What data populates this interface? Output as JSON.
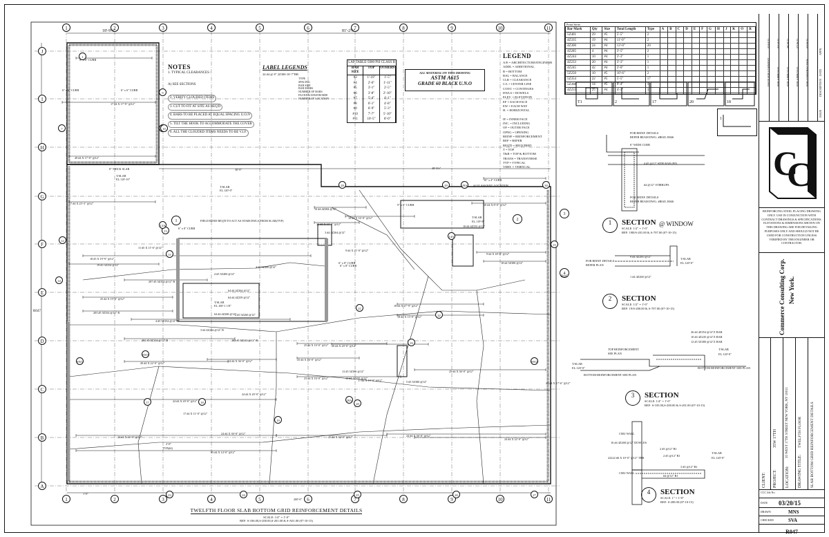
{
  "grid": {
    "columns": [
      "1",
      "2",
      "3",
      "4",
      "5",
      "6",
      "7",
      "8",
      "9",
      "10",
      "11"
    ],
    "rows": [
      "J",
      "I",
      "H",
      "G",
      "F",
      "E",
      "D",
      "C",
      "B",
      "A"
    ]
  },
  "top_dims": {
    "left": "18'-9½\"",
    "right": "81'-2½\""
  },
  "notes": {
    "title": "NOTES",
    "items": [
      "1. TYPICAL CLEARANCES :",
      "A) SEE SECTIONS",
      "2. VERIFY CLOUDED ITEMS",
      "3. CUT TO FIT AT SITE AS REQ'D",
      "4. BARS TO BE PLACED AT EQUAL SPACING U.O.N",
      "5. TILT THE HOOK TO ACCOMMODATE THE COVER",
      "6. ALL THE CLOUDED ITEMS NEEDS TO BE V.I.F."
    ]
  },
  "label_legends": {
    "title": "LABEL LEGENDS",
    "sample": "24 #4 @ 8\" 2Z300-16'-7\"BB",
    "items": [
      "TYPE",
      "SPACING",
      "BAR SIZE",
      "BAR MARK",
      "NUMBER OF BARS",
      "FACE/FACE/BATH/SIDE",
      "NUMBER OF LOCATION"
    ]
  },
  "lap_table": {
    "title": "LAP TABLE-5000 PSI CLASS B",
    "headers": [
      "BAR SIZE",
      "TOP",
      "OTHERS"
    ],
    "rows": [
      [
        "#3",
        "1'-10\"",
        "1'-5\""
      ],
      [
        "#4",
        "2'-6\"",
        "1'-11\""
      ],
      [
        "#5",
        "3'-1\"",
        "2'-5\""
      ],
      [
        "#6",
        "3'-8\"",
        "2'-10\""
      ],
      [
        "#7",
        "5'-4\"",
        "4'-1\""
      ],
      [
        "#8",
        "6'-1\"",
        "4'-8\""
      ],
      [
        "#9",
        "6'-9\"",
        "5'-3\""
      ],
      [
        "#10",
        "7'-7\"",
        "5'-10\""
      ],
      [
        "#11",
        "10'-5\"",
        "8'-0\""
      ]
    ]
  },
  "material_note": {
    "line1": "ALL MATERIAL ON THIS DRAWING",
    "line2": "ASTM A615",
    "line3": "GRADE 60 BLACK U.N.O"
  },
  "legend": {
    "title": "LEGEND",
    "items": [
      "A/E = ARCHITECTURE/ENGINEER",
      "ADDL = ADDITIONAL",
      "B = BOTTOM",
      "BAL = BALANCE",
      "CLR = CLEARANCE",
      "C/L = CENTER LINE",
      "CONT. = CONTINUES",
      "DWLS = DOWELS",
      "ELEV. = ELEVATION",
      "EF = EACH FACE",
      "EW = EACH WAY",
      "H. = HORIZONTAL",
      "",
      "IF = INNER FACE",
      "INC. = INCLUDING",
      "OF = OUTER FACE",
      "OPNG = OPENING",
      "REINF = REINFORCEMENT",
      "REF = REFER",
      "REQ'D = REQUIRED",
      "T = TOP",
      "T&B = TOP & BOTTOM",
      "TRANS = TRANSVERSE",
      "TYP = TYPICAL",
      "VERT. = VERTICAL"
    ]
  },
  "bending_schedule": {
    "title": "Prints Series",
    "headers": [
      "Bar Mark",
      "Qty",
      "Size",
      "Total Length",
      "Type",
      "A",
      "B",
      "C",
      "D",
      "E",
      "F",
      "G",
      "H",
      "J",
      "K",
      "O",
      "R"
    ],
    "rows": [
      [
        "5Z401",
        "29",
        "#5",
        "5'-5\"",
        "2",
        "",
        "",
        "",
        "",
        "",
        "",
        "",
        "",
        "",
        "",
        "",
        ""
      ],
      [
        "4Z335",
        "19",
        "#4",
        "11'-0\"",
        "2",
        "",
        "",
        "",
        "",
        "",
        "",
        "",
        "",
        "",
        "",
        "",
        ""
      ],
      [
        "4Z300",
        "24",
        "#4",
        "13'-0\"",
        "20",
        "",
        "",
        "",
        "",
        "",
        "",
        "",
        "",
        "",
        "",
        "",
        ""
      ],
      [
        "4Z285",
        "4",
        "#4",
        "3'-5\"",
        "2",
        "",
        "",
        "",
        "",
        "",
        "",
        "",
        "",
        "",
        "",
        "",
        ""
      ],
      [
        "4Z244",
        "10",
        "#4",
        "3'-3\"",
        "1",
        "",
        "",
        "",
        "",
        "",
        "",
        "",
        "",
        "",
        "",
        "",
        ""
      ],
      [
        "4Z233",
        "20",
        "#4",
        "3'-3\"",
        "1",
        "",
        "",
        "",
        "",
        "",
        "",
        "",
        "",
        "",
        "",
        "",
        ""
      ],
      [
        "4Z245",
        "42",
        "#4",
        "3'-0\"",
        "1",
        "",
        "",
        "",
        "",
        "",
        "",
        "",
        "",
        "",
        "",
        "",
        ""
      ],
      [
        "5Z250",
        "10",
        "#5",
        "10'-6\"",
        "2",
        "",
        "",
        "",
        "",
        "",
        "",
        "",
        "",
        "",
        "",
        "",
        ""
      ],
      [
        "5Z354",
        "22",
        "#5",
        "5'-5\"",
        "17",
        "",
        "",
        "",
        "",
        "",
        "",
        "",
        "",
        "",
        "",
        "",
        ""
      ],
      [
        "5Z368",
        "14",
        "#5",
        "9'-4\"",
        "1",
        "",
        "",
        "",
        "",
        "",
        "",
        "",
        "",
        "",
        "",
        "",
        ""
      ],
      [
        "4Z255",
        "25",
        "#4",
        "4'-3\"",
        "1",
        "",
        "",
        "",
        "",
        "",
        "",
        "",
        "",
        "",
        "",
        "",
        ""
      ],
      [
        "4Z265",
        "13",
        "#5",
        "15'-1\"",
        "17",
        "",
        "",
        "",
        "",
        "",
        "",
        "",
        "",
        "",
        "",
        "",
        ""
      ]
    ]
  },
  "bar_shapes": {
    "labels": [
      "T1",
      "2",
      "17",
      "20",
      "18",
      "1"
    ]
  },
  "sections": [
    {
      "number": "1",
      "title": "SECTION",
      "suffix": "@ WINDOW",
      "scale": "SCALE: 1/2\" = 1'-0\"",
      "ref": "REF: 19R/S-201.00 & A-707.00 (07-10-15)"
    },
    {
      "number": "2",
      "title": "SECTION",
      "scale": "SCALE: 1/2\" = 1'-0\"",
      "ref": "REF: 19/S-200.00 & A-707.00 (07-10-15)"
    },
    {
      "number": "3",
      "title": "SECTION",
      "scale": "SCALE: 1/4\" = 1'-0\"",
      "ref": "REF: S-105.00,S-200.00 & S-201.00 (07-10-15)"
    },
    {
      "number": "4",
      "title": "SECTION",
      "scale": "SCALE: 1\" = 1'-0\"",
      "ref": "REF: S-200.00 (07-10-15)"
    }
  ],
  "section_notes": {
    "s1": [
      "FOR REINF. DETAILS",
      "REFER BEAM DWG. #R045, R046",
      "6\" WIDE CURB",
      "4 #5 @12\" SIDE BAR (EF)",
      "#4 @12\" STIRRUPS",
      "FOR REINF. DETAILS",
      "REFER BEAM DWG. #R045, R046"
    ],
    "s2": [
      "FOR REINF. DETAILS",
      "REFER PLAN",
      "9 #4 4Z285 @12\"",
      "T/SLAB",
      "EL.120'-0\"",
      "1 #4 4Z260 @12\""
    ],
    "s3": [
      "26 #4 4Z354 @12\"Z BAR",
      "10 #4 4Z245 @12\"Z BAR",
      "12 #5 5Z380 @12\"Z BAR",
      "TOP REINFORCEMENT",
      "SEE PLAN",
      "TOP REINFORCEMENT SEE PLAN",
      "BOTTOM REINFORCEMENT SEE PLAN",
      "BOTTOM REINFORCEMENT SEE PLAN",
      "T/SLAB",
      "EL.120'-0\"",
      "T/SLAB",
      "EL.120'-0\""
    ],
    "s4": [
      "CMU WALL",
      "16 #4 4Z268 @12\" DOWLES",
      "2 #5 @12\" B1",
      "2 #5 @12\" B1",
      "22222 #6 X 10'-0\" @12\" TBB",
      "CMU WALL",
      "#4 @12\" B1",
      "3 #5 @12\" B1",
      "T/SLAB",
      "EL.120'-0\""
    ]
  },
  "plan_labels": [
    "8\" x 8\" CURB",
    "6\" x 6\" CURB",
    "6\" x 6\" CURB",
    "17 #4 X 17'-9\" @12\"",
    "49 #4 X 17'-0\" @12\"",
    "8\" THICK SLAB",
    "T/SLAB",
    "EL.110'-10\"",
    "30'-0\"",
    "48'-9½\"",
    "T/SLAB",
    "EL.120'-0\"",
    "17 #4 X 23'-3\" @12\"",
    "6\" x 8\" CURB",
    "FIELD BEND REQ'D TO ACT AS STAIR DWLS FROM SLAB(TYP)",
    "11 #5 X 11'-6\" @12\"",
    "18 #5 X 19'-9\" @12\"",
    "19 #5 5Z354 @12\"",
    "207 #5 5Z354 @12\" B",
    "4 #5 5Z400 @12\"",
    "4 #5 5Z400 @12\"",
    "4 #5 5Z260 @12\"",
    "25 #4 X 19'-3\" @12\"",
    "T/SLAB",
    "EL.100'-1 1/8\"",
    "64 #4 4Z264 @12\"",
    "64 #4 4Z259 @12\"",
    "64 #4 4Z268 @12\"",
    "203 #5 5Z354 @12\" B",
    "4 #5 5Z354 @12\" B",
    "3 #4 4Z244 @12\" B",
    "202 #5 5Z244 @12\" B",
    "202 #5 5Z244 @12\" B",
    "20 #4 X 22'-0\" @12\"",
    "24 #4 X 36'-0\" @12\"",
    "25 #4 X 10'-0\" @12\"",
    "25 #4 X 16'-0\" @12\"",
    "23 #4 X 16'-0\" @12\"",
    "24 #4 X 20'-0\" @12\"",
    "17 #4 X 11'-0\" @12\"",
    "10 #4 4Z284 @12\"",
    "10 #4 X 16'-0\" @12\"",
    "10 #5 X 10'-0\" @12\"",
    "3 #4 4Z264 @12\"",
    "9\" x 6\" CURB",
    "10\" x 4\" CURB",
    "@ GLASS RAIL LOCATION",
    "10 #4 X 8'-0\" @12\"",
    "T/SLAB",
    "EL.119'-9\"",
    "10 #4 4Z335 @12\"",
    "6\" x 8\" CURB",
    "6\" x 8\" CURB",
    "9 #4 X 21'-0\" @12\"",
    "9 #4 X 18'-0\" @12\"",
    "18 #4 5Z380 @12\"",
    "18 #4 X 27'-9\" @12\"",
    "18 #4 X 15'-0\" @12\"",
    "13 #5 5Z380 @12\"",
    "13 #4 4Z255 @12\"",
    "17 #4 X 19'-9\" @12\"",
    "5 #5 5Z380 @12\"",
    "20 #4 X 20'-0\" @12\"",
    "25 #4 X 36'-0\" @12\"",
    "45 #4 X 17'-6\" @12\"",
    "24 #4 X 20'-0\" @12\"",
    "24 #4 X 30'-0\" @12\"",
    "25 #4 X 32'-0\" @12\"",
    "24 #4 X 36'-0\" @12\"",
    "24 #4 X 22'-0\" @12\"",
    "95 #4 X 14'-0\" @12\"",
    "24 #4 X 16'-0\" @12\"",
    "TYP(#4)",
    "2'-0\"",
    "200'-0\"",
    "1'-0\""
  ],
  "plan_bubbles": [
    "1",
    "7",
    "8",
    "9",
    "10",
    "11",
    "12",
    "13",
    "13A",
    "14",
    "14A",
    "15",
    "16",
    "17",
    "18",
    "19",
    "20",
    "20A",
    "21",
    "22",
    "23",
    "24",
    "25",
    "26",
    "27",
    "28",
    "29",
    "29A",
    "30",
    "SW1",
    "SW2",
    "SW3"
  ],
  "drawing_title": "TWELFTH FLOOR SLAB BOTTOM GRID REINFORCEMENT DETAILS",
  "drawing_scale": "SCALE: 1/4\" = 1'-0\"",
  "drawing_ref": "REF: S-106.00,S-200.00,S-201.00 & S-A01.00 (07-10-15)",
  "section_markers": [
    "1",
    "2",
    "3",
    "4",
    "R047",
    "R047",
    "R047",
    "R047"
  ],
  "title_block": {
    "revisions": [
      "ISSUE FOR COMMENT",
      "FOR APPROVAL",
      "FOR APPROVAL",
      "FOR APPROVAL",
      "FOR CONSTRUCTION"
    ],
    "rev_dates": [
      "05/04/15",
      "05/14/15",
      "06/19/15",
      "07/16/15",
      "03/20/15"
    ],
    "rev_headers": [
      "ISSUE",
      "DESCRIPTION",
      "DATE",
      "APPR."
    ],
    "disclaimer": "REINFORCING STEEL PLACING DRAWING ONLY. USE IN CONJUNCTION WITH CONTRACT DRAWINGS & SPECIFICATIONS. ELEVATIONS & DIMENSIONS SHOWN ON THIS DRAWING ARE FOR DETAILING PURPOSES ONLY AND SHOULD NOT BE USED FOR CONSTRUCTION UNLESS VERIFIED BY THE ENGINEER OR CONTRACTOR.",
    "company": "Commerce Consulting Corp.",
    "city": "New York.",
    "client_label": "CLIENT:",
    "project_label": "PROJECT:",
    "project": "35W 17TH",
    "location_label": "LOCATION:",
    "location": "35 WEST 17TH STREET NEW YORK, NY 10011",
    "drawing_title_label": "DRAWING TITLE:",
    "drawing_title_1": "TWELFTH FLOOR",
    "drawing_title_2": "SLAB BOTTOM GRID REINFORCEMENT DETAILS",
    "job_no_label": "CCC Job No.",
    "date_label": "DATE",
    "date": "03/20/15",
    "drawn_label": "DRAWN",
    "drawn": "MNS",
    "checked_label": "CHECKED",
    "checked": "SVA",
    "sheet": "R047"
  }
}
